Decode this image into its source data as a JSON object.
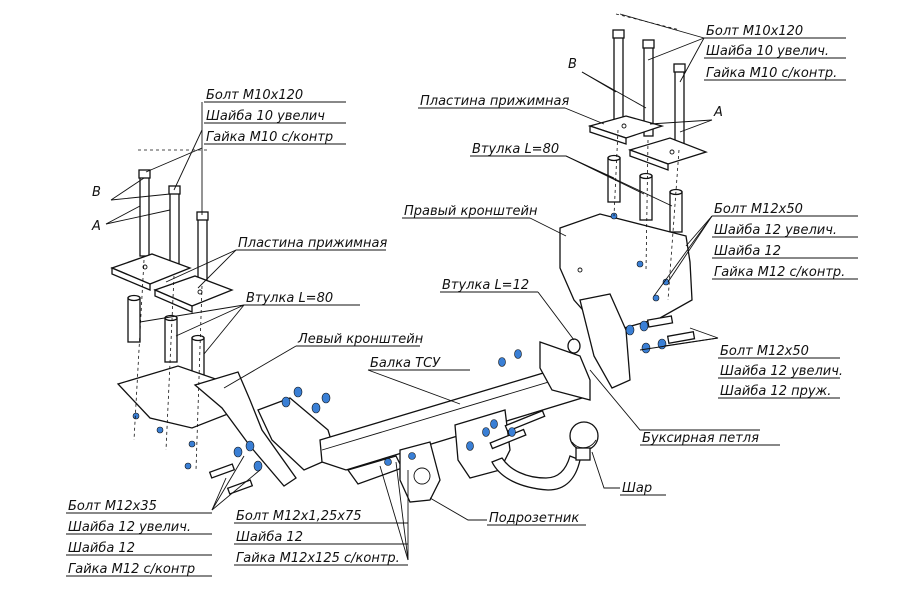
{
  "labels": {
    "bolt_m10x120_left": "Болт М10х120",
    "washer_10_left": "Шайба 10 увелич",
    "nut_m10_left": "Гайка М10 с/контр",
    "b_left": "В",
    "a_left": "А",
    "plate_left": "Пластина прижимная",
    "bushing_l80_left": "Втулка L=80",
    "left_bracket": "Левый кронштейн",
    "beam": "Балка ТСУ",
    "bushing_l12": "Втулка L=12",
    "right_bracket": "Правый кронштейн",
    "plate_right": "Пластина прижимная",
    "bushing_l80_right": "Втулка L=80",
    "b_right": "В",
    "a_right": "А",
    "bolt_m10x120_right": "Болт М10х120",
    "washer_10_right": "Шайба 10 увелич.",
    "nut_m10_right": "Гайка М10 с/контр.",
    "bolt_m12x50_1": "Болт М12х50",
    "washer_12_enl_1": "Шайба 12 увелич.",
    "washer_12_1": "Шайба 12",
    "nut_m12_1": "Гайка М12 с/контр.",
    "bolt_m12x50_2": "Болт М12х50",
    "washer_12_enl_2": "Шайба 12 увелич.",
    "washer_12_spring": "Шайба 12 пруж.",
    "tow_eye": "Буксирная петля",
    "ball": "Шар",
    "socket_plate": "Подрозетник",
    "bolt_m12x35": "Болт М12х35",
    "washer_12_enl_3": "Шайба 12 увелич.",
    "washer_12_3": "Шайба 12",
    "nut_m12_3": "Гайка М12 с/контр",
    "bolt_m12x125": "Болт М12х1,25х75",
    "washer_12_4": "Шайба 12",
    "nut_m12x125": "Гайка М12х125 с/контр."
  },
  "colors": {
    "line": "#111111",
    "washer_accent": "#3a7fd5",
    "background": "#ffffff"
  }
}
